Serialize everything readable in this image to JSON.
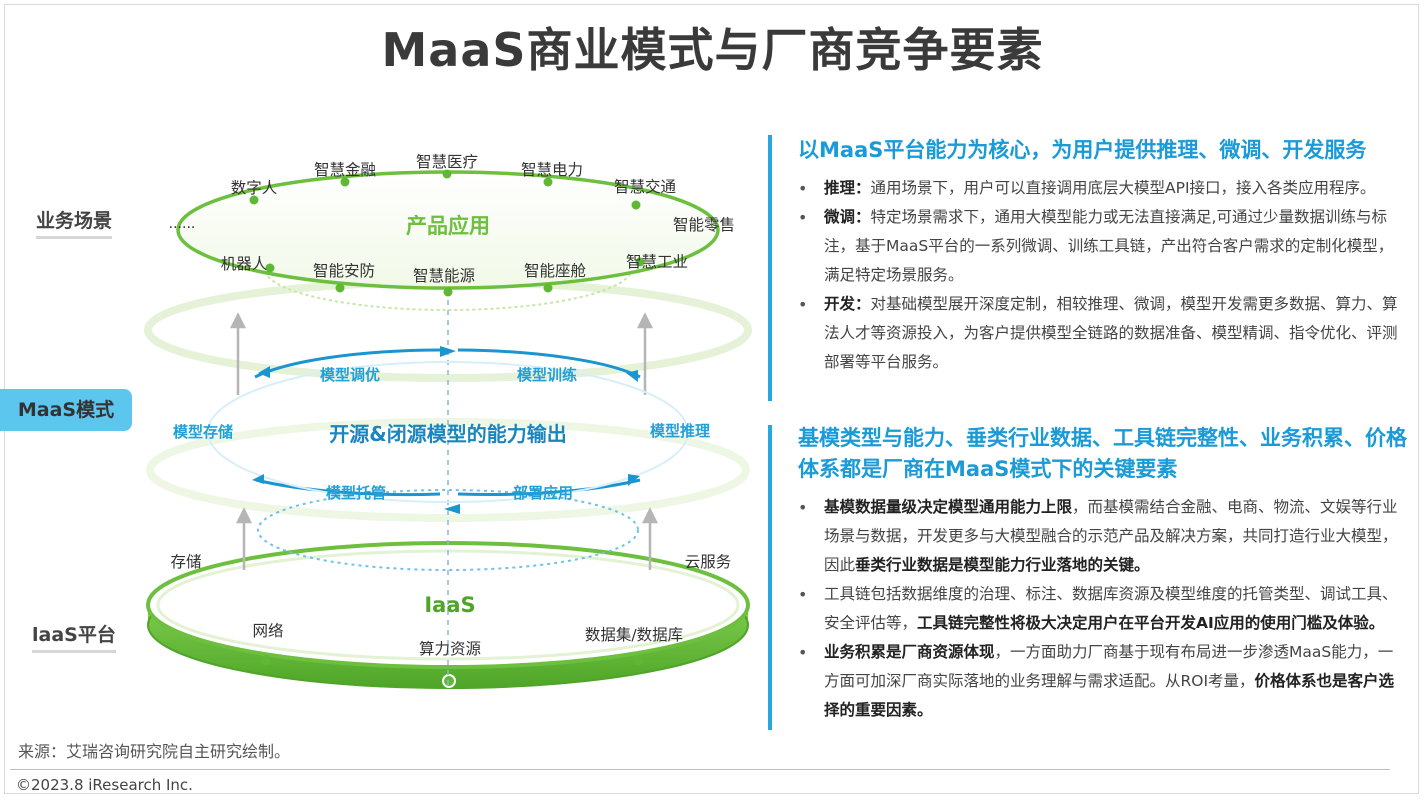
{
  "title": "MaaS商业模式与厂商竞争要素",
  "layers": {
    "business": "业务场景",
    "maas": "MaaS模式",
    "iaas": "laaS平台"
  },
  "top_ring": {
    "center": "产品应用",
    "items_back": [
      "数字人",
      "智慧金融",
      "智慧医疗",
      "智慧电力",
      "智慧交通",
      "智能零售"
    ],
    "items_front": [
      "机器人",
      "智能安防",
      "智慧能源",
      "智能座舱",
      "智慧工业"
    ],
    "ellipsis": "......"
  },
  "middle_ring": {
    "center": "开源&闭源模型的能力输出",
    "items": [
      "模型调优",
      "模型训练",
      "模型存储",
      "模型推理",
      "模型托管",
      "部署应用"
    ]
  },
  "bottom_disc": {
    "center": "IaaS",
    "items": [
      "存储",
      "云服务",
      "网络",
      "算力资源",
      "数据集/数据库"
    ]
  },
  "section1": {
    "heading": "以MaaS平台能力为核心，为用户提供推理、微调、开发服务",
    "bullets": [
      {
        "bold": "推理：",
        "text": "通用场景下，用户可以直接调用底层大模型API接口，接入各类应用程序。"
      },
      {
        "bold": "微调：",
        "text": "特定场景需求下，通用大模型能力或无法直接满足,可通过少量数据训练与标注，基于MaaS平台的一系列微调、训练工具链，产出符合客户需求的定制化模型，满足特定场景服务。"
      },
      {
        "bold": "开发：",
        "text": "对基础模型展开深度定制，相较推理、微调，模型开发需更多数据、算力、算法人才等资源投入，为客户提供模型全链路的数据准备、模型精调、指令优化、评测部署等平台服务。"
      }
    ]
  },
  "section2": {
    "heading": "基模类型与能力、垂类行业数据、工具链完整性、业务积累、价格体系都是厂商在MaaS模式下的关键要素",
    "b1_bold1": "基模数据量级决定模型通用能力上限",
    "b1_text1": "，而基模需结合金融、电商、物流、文娱等行业场景与数据，开发更多与大模型融合的示范产品及解决方案，共同打造行业大模型，因此",
    "b1_bold2": "垂类行业数据是模型能力行业落地的关键。",
    "b2_text1": "工具链包括数据维度的治理、标注、数据库资源及模型维度的托管类型、调试工具、安全评估等，",
    "b2_bold1": "工具链完整性将极大决定用户在平台开发AI应用的使用门槛及体验。",
    "b3_bold1": "业务积累是厂商资源体现",
    "b3_text1": "，一方面助力厂商基于现有布局进一步渗透MaaS能力，一方面可加深厂商实际落地的业务理解与需求适配。从ROI考量，",
    "b3_bold2": "价格体系也是客户选择的重要因素。"
  },
  "source": "来源：艾瑞咨询研究院自主研究绘制。",
  "copyright": "©2023.8 iResearch Inc.",
  "colors": {
    "green": "#6dbf3e",
    "light_green": "#c9e6a8",
    "blue": "#1a9ad6",
    "cyan_tag": "#5cc6ee"
  }
}
